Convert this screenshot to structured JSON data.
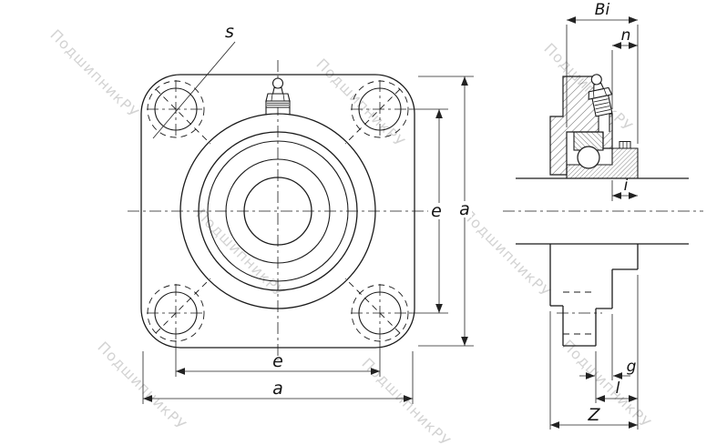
{
  "watermark": {
    "text": "ПодшипникРУ"
  },
  "front_view": {
    "dim_s": "s",
    "dim_e_bottom": "e",
    "dim_a_bottom": "a",
    "dim_e_right": "e",
    "dim_a_right": "a"
  },
  "side_view": {
    "dim_bi": "Bi",
    "dim_n": "n",
    "dim_i": "i",
    "dim_g": "g",
    "dim_l": "l",
    "dim_z": "Z"
  }
}
